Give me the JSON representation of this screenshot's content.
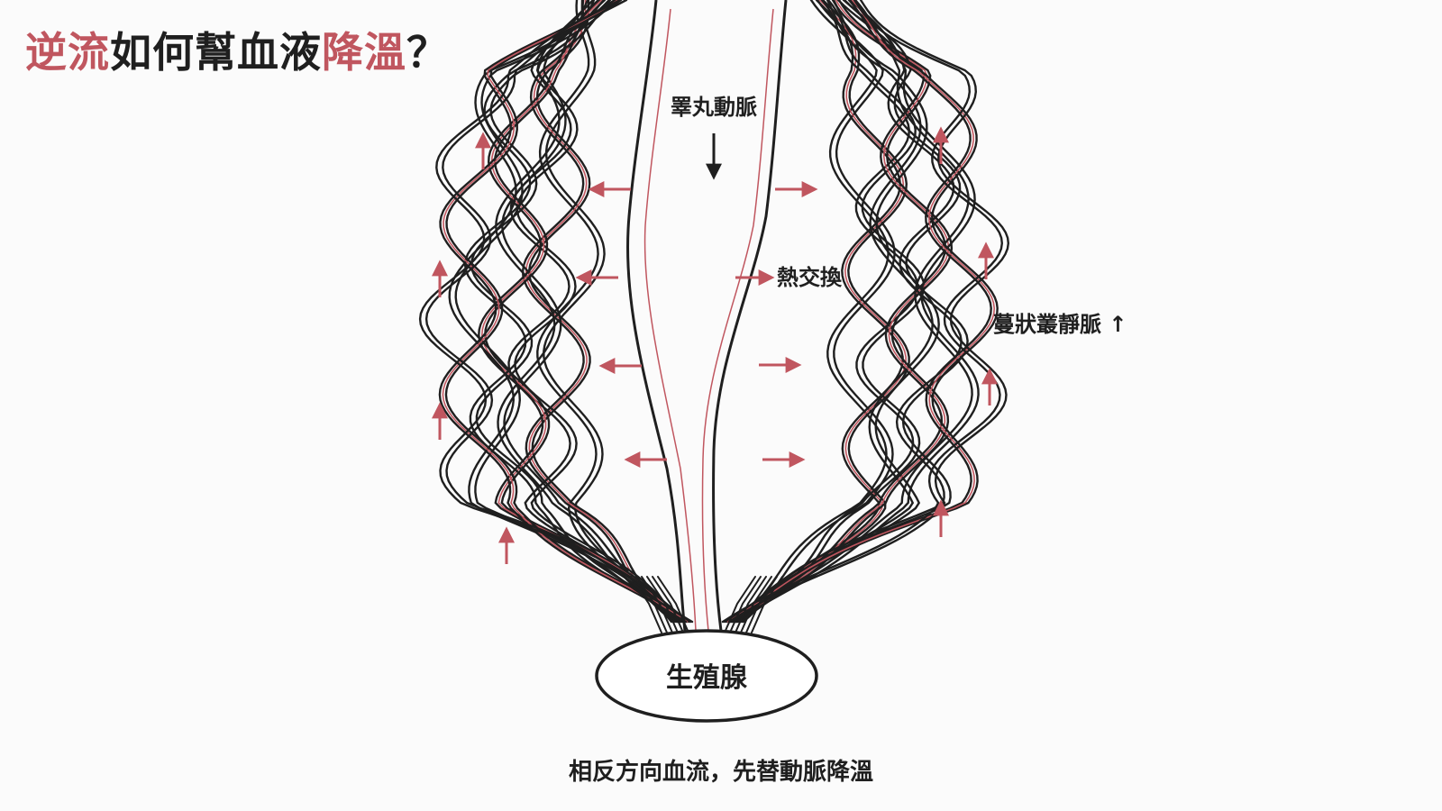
{
  "title": {
    "part1": "逆流",
    "part2": "如何幫血液",
    "part3": "降溫",
    "part4": "？"
  },
  "labels": {
    "artery": "睪丸動脈",
    "heat_exchange": "熱交換",
    "plexus": "蔓狀叢靜脈 ↑",
    "gonad": "生殖腺"
  },
  "caption": "相反方向血流，先替動脈降溫",
  "colors": {
    "accent": "#c0565f",
    "ink": "#1f1f1f",
    "background": "#fbfbfb"
  },
  "icons": {
    "flow_down": "arrow-down-icon",
    "flow_up": "arrow-up-icon",
    "heat_out": "arrow-horizontal-icon"
  }
}
